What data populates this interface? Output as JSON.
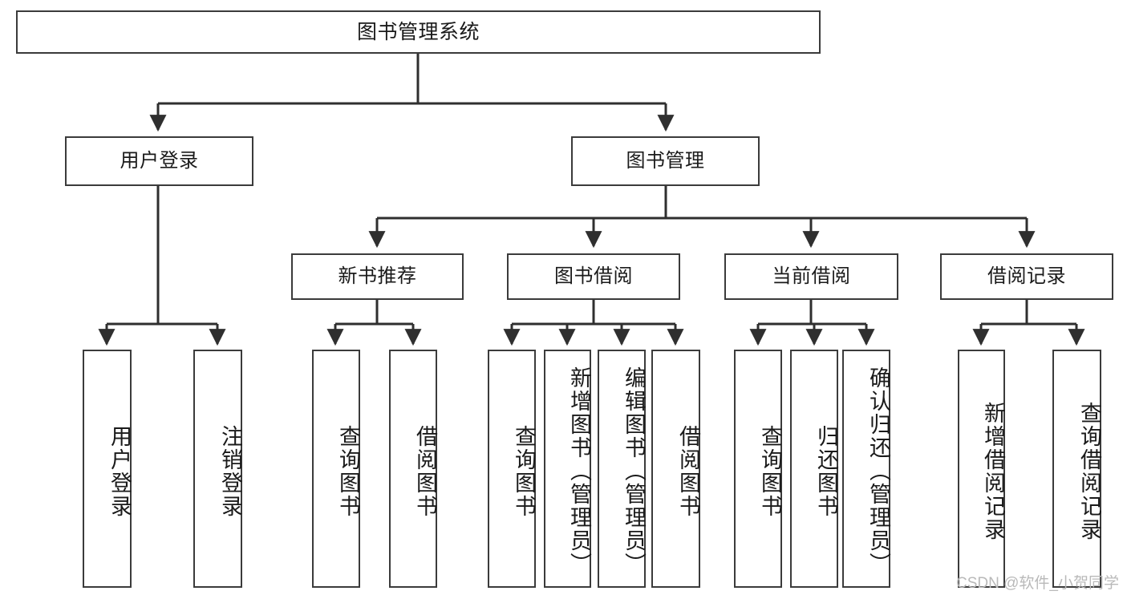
{
  "diagram": {
    "title": "图书管理系统",
    "type": "hierarchy-tree",
    "orientation": "top-down",
    "colors": {
      "box_border": "#3b3b3b",
      "box_fill": "#ffffff",
      "edge": "#2f2f2f",
      "text": "#1a1a1a",
      "watermark": "#b9b9b9",
      "background": "#ffffff"
    },
    "root": {
      "label": "图书管理系统"
    },
    "level2": [
      {
        "label": "用户登录"
      },
      {
        "label": "图书管理"
      }
    ],
    "level3": [
      {
        "label": "新书推荐"
      },
      {
        "label": "图书借阅"
      },
      {
        "label": "当前借阅"
      },
      {
        "label": "借阅记录"
      }
    ],
    "leaves": {
      "user_login": [
        {
          "label": "用户登录"
        },
        {
          "label": "注销登录"
        }
      ],
      "new_book_recommend": [
        {
          "label": "查询图书"
        },
        {
          "label": "借阅图书"
        }
      ],
      "book_borrow": [
        {
          "label": "查询图书"
        },
        {
          "label": "新增图书（管理员）"
        },
        {
          "label": "编辑图书（管理员）"
        },
        {
          "label": "借阅图书"
        }
      ],
      "current_borrow": [
        {
          "label": "查询图书"
        },
        {
          "label": "归还图书"
        },
        {
          "label": "确认归还（管理员）"
        }
      ],
      "borrow_record": [
        {
          "label": "新增借阅记录"
        },
        {
          "label": "查询借阅记录"
        }
      ]
    }
  },
  "watermark": {
    "text": "CSDN @软件_小贺同学"
  }
}
